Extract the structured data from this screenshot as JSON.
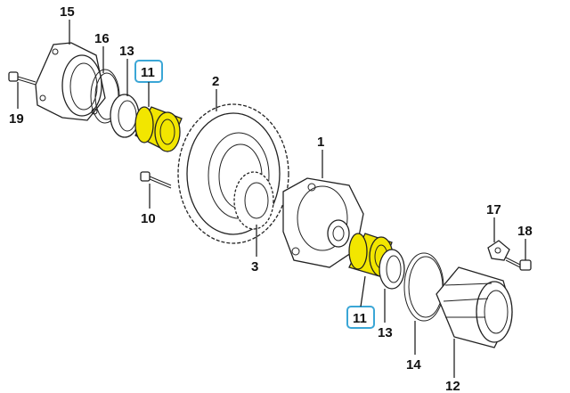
{
  "parts": {
    "p1": "1",
    "p2": "2",
    "p3": "3",
    "p10": "10",
    "p11_top": "11",
    "p11_bottom": "11",
    "p12": "12",
    "p13_top": "13",
    "p13_bottom": "13",
    "p14": "14",
    "p15": "15",
    "p16": "16",
    "p17": "17",
    "p18": "18",
    "p19": "19"
  },
  "colors": {
    "highlight_fill": "#f2e600",
    "label_box": "#3aa6d6"
  }
}
